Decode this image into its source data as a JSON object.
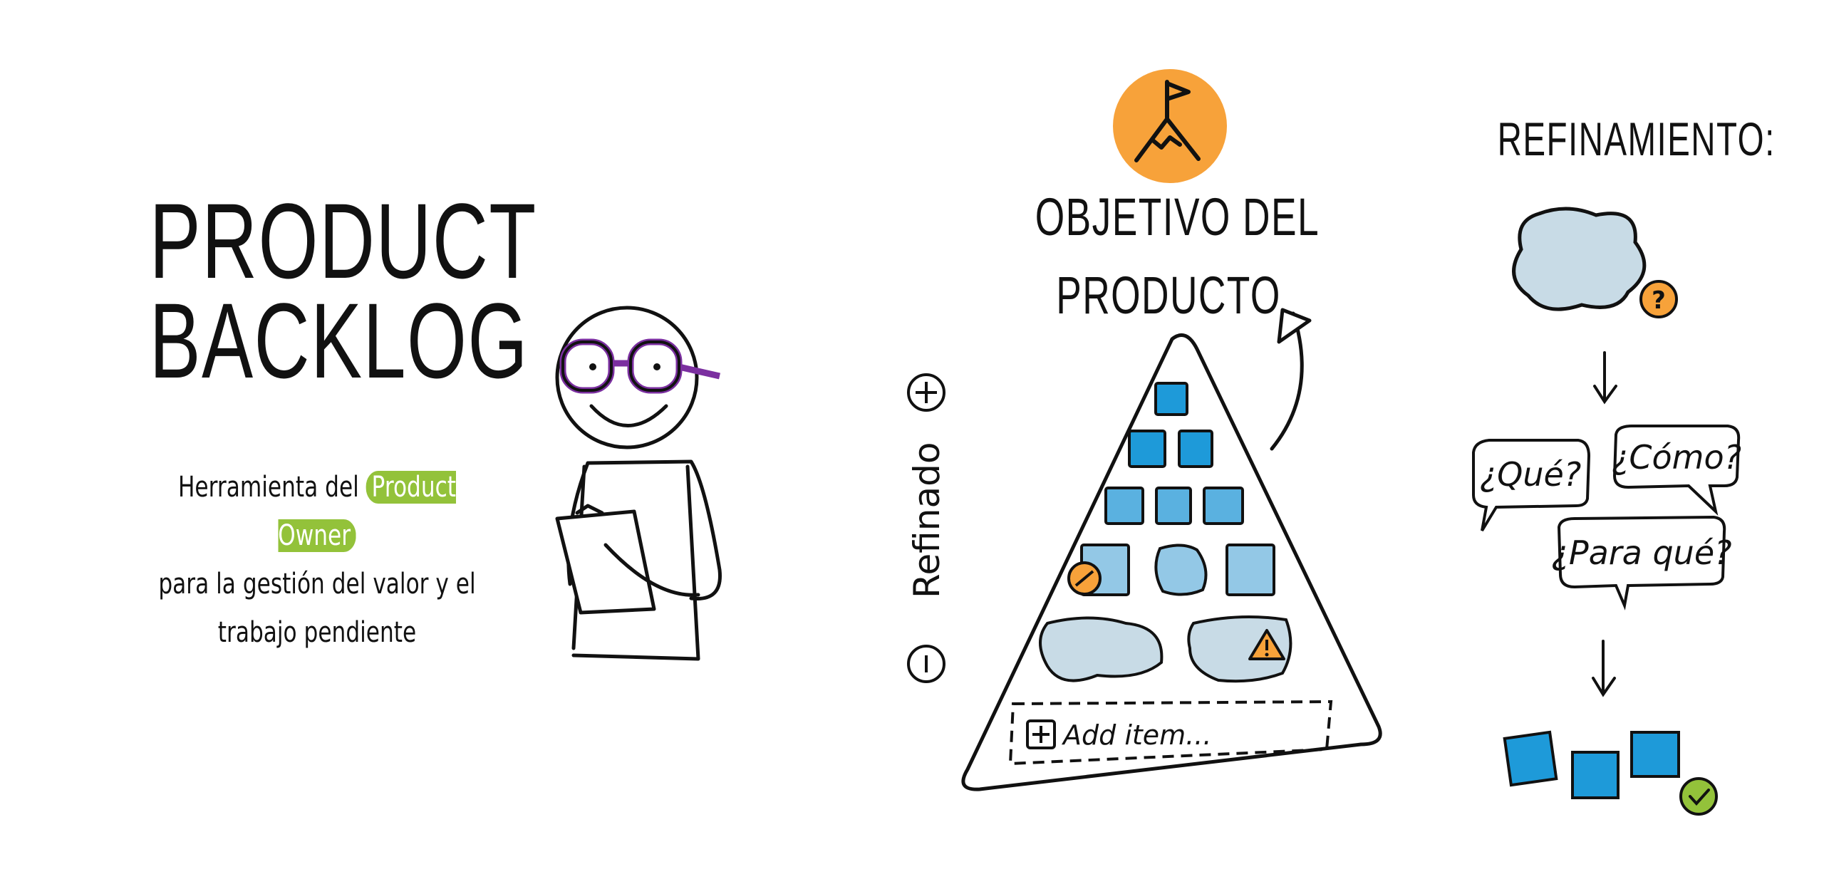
{
  "product_backlog": {
    "title_line1": "PRODUCT",
    "title_line2": "BACKLOG",
    "subtitle_part1": "Herramienta del ",
    "subtitle_highlight": "Product Owner",
    "subtitle_line2": "para la gestión del valor y el",
    "subtitle_line3": "trabajo pendiente"
  },
  "objective": {
    "title_line1": "OBJETIVO DEL",
    "title_line2": "PRODUCTO"
  },
  "pyramid": {
    "axis_label": "Refinado",
    "plus_symbol": "+",
    "minus_symbol": "−",
    "add_item_label": "Add item..."
  },
  "refinement": {
    "title": "REFINAMIENTO:",
    "questions": [
      "¿Qué?",
      "¿Cómo?",
      "¿Para qué?"
    ]
  },
  "colors": {
    "blue": "#1e9ad9",
    "light_blue": "#93c8e6",
    "pale_blue": "#c8dbe6",
    "orange": "#f7a23a",
    "green_highlight": "#93c23a",
    "purple_glasses": "#7b2fa0"
  }
}
